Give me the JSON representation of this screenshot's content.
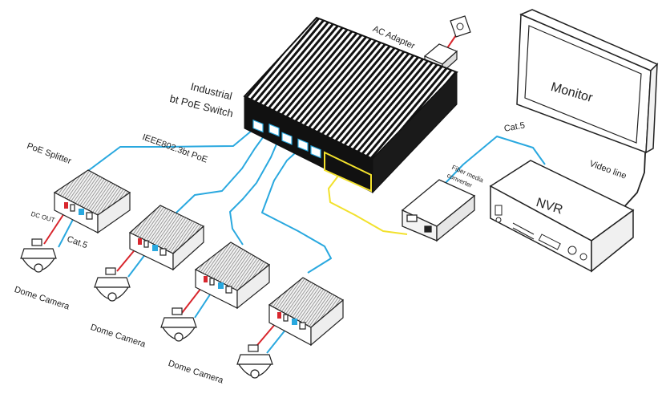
{
  "labels": {
    "ac_adapter": "AC Adapter",
    "switch_line1": "Industrial",
    "switch_line2": "bt PoE Switch",
    "poe_standard": "IEEE802.3bt PoE",
    "poe_splitter": "PoE Splitter",
    "dc_out": "DC OUT",
    "cat5_left": "Cat.5",
    "cat5_right": "Cat.5",
    "fiber_converter_line1": "Fiber media",
    "fiber_converter_line2": "converter",
    "monitor": "Monitor",
    "nvr": "NVR",
    "video_line": "Video line",
    "dome_camera_1": "Dome Camera",
    "dome_camera_2": "Dome Camera",
    "dome_camera_3": "Dome Camera"
  },
  "colors": {
    "cat5_cable": "#29a8df",
    "power_cable": "#d8262d",
    "fiber_cable": "#f2e12c",
    "outline": "#222222",
    "switch_body": "#111111"
  }
}
